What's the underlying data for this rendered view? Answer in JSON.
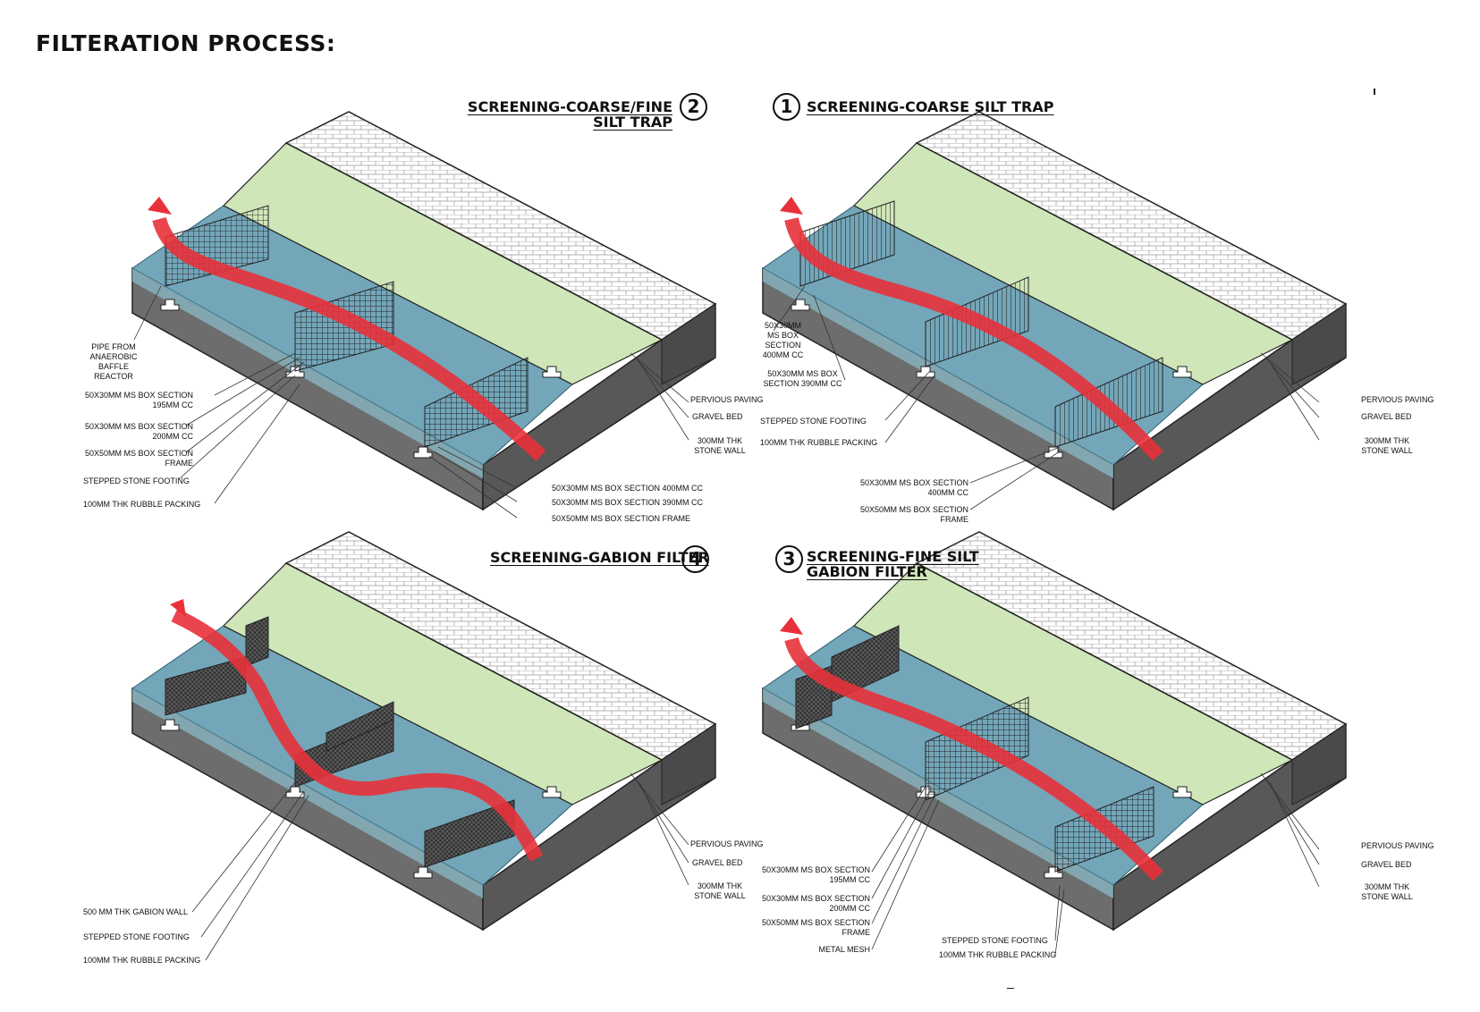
{
  "page_title": "FILTERATION PROCESS:",
  "panels": {
    "p2": {
      "title_line1": "SCREENING-COARSE/FINE",
      "title_line2": "SILT TRAP",
      "number": "2",
      "left_labels": {
        "pipe": "PIPE FROM\nANAEROBIC\nBAFFLE\nREACTOR",
        "ms195": "50X30MM MS BOX SECTION\n195MM CC",
        "ms200": "50X30MM MS BOX SECTION\n200MM CC",
        "frame": "50X50MM MS BOX SECTION\nFRAME",
        "footing": "STEPPED STONE FOOTING",
        "rubble": "100MM THK RUBBLE PACKING"
      },
      "right_labels": {
        "paving": "PERVIOUS PAVING",
        "gravel": "GRAVEL BED",
        "wall": "300MM THK\nSTONE WALL"
      },
      "bottom_labels": {
        "ms400": "50X30MM MS BOX SECTION 400MM CC",
        "ms390": "50X30MM MS BOX SECTION 390MM CC",
        "frame": "50X50MM MS BOX SECTION FRAME"
      }
    },
    "p1": {
      "title": "SCREENING-COARSE SILT TRAP",
      "number": "1",
      "left_labels": {
        "ms400": "50X30MM\nMS BOX\nSECTION\n400MM CC",
        "ms390": "50X30MM MS BOX\nSECTION 390MM CC",
        "footing": "STEPPED STONE FOOTING",
        "rubble": "100MM THK RUBBLE PACKING"
      },
      "right_labels": {
        "paving": "PERVIOUS PAVING",
        "gravel": "GRAVEL BED",
        "wall": "300MM THK\nSTONE WALL"
      },
      "bottom_labels": {
        "ms400": "50X30MM MS BOX SECTION\n400MM CC",
        "frame": "50X50MM MS BOX SECTION\nFRAME"
      }
    },
    "p4": {
      "title": "SCREENING-GABION FILTER",
      "number": "4",
      "left_labels": {
        "gabion": "500 MM THK GABION WALL",
        "footing": "STEPPED STONE FOOTING",
        "rubble": "100MM THK RUBBLE PACKING"
      },
      "right_labels": {
        "paving": "PERVIOUS PAVING",
        "gravel": "GRAVEL BED",
        "wall": "300MM THK\nSTONE WALL"
      }
    },
    "p3": {
      "title_line1": "SCREENING-FINE SILT",
      "title_line2": "GABION FILTER",
      "number": "3",
      "left_labels": {
        "ms195": "50X30MM MS BOX SECTION\n195MM CC",
        "ms200": "50X30MM MS BOX SECTION\n200MM CC",
        "frame": "50X50MM MS BOX SECTION\nFRAME",
        "mesh": "METAL MESH"
      },
      "right_labels": {
        "paving": "PERVIOUS PAVING",
        "gravel": "GRAVEL BED",
        "wall": "300MM THK\nSTONE WALL"
      },
      "bottom_labels": {
        "footing": "STEPPED STONE FOOTING",
        "rubble": "100MM THK RUBBLE PACKING"
      }
    }
  },
  "colors": {
    "water": "#5a97ad",
    "grass": "#cfe6b8",
    "base": "#6d6d6d",
    "arrow": "#e8313a"
  }
}
